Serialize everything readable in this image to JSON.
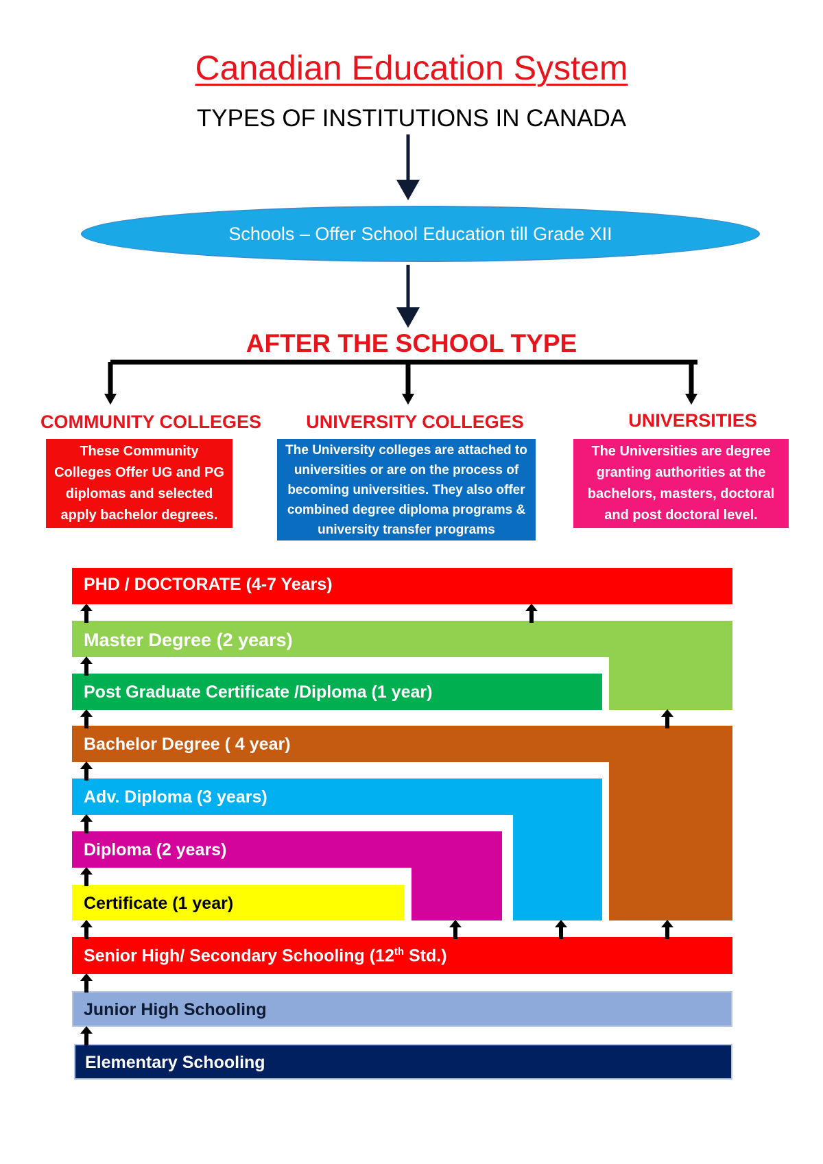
{
  "title": "Canadian Education System",
  "subtitle": "TYPES OF INSTITUTIONS IN CANADA",
  "schools": "Schools – Offer School Education till Grade XII",
  "after_school": "AFTER THE SCHOOL TYPE",
  "types": [
    {
      "label": "COMMUNITY COLLEGES",
      "description": "These Community Colleges Offer UG and PG diplomas and selected apply bachelor degrees.",
      "color": "#f20c0c"
    },
    {
      "label": "UNIVERSITY COLLEGES",
      "description": "The University colleges are attached to universities or are on the process of becoming universities. They also offer combined degree diploma programs & university transfer programs",
      "color": "#0b6dbf"
    },
    {
      "label": "UNIVERSITIES",
      "description": "The Universities are degree granting authorities at the bachelors, masters, doctoral and post doctoral level.",
      "color": "#f2197a"
    }
  ],
  "levels": {
    "phd": "PHD / DOCTORATE (4-7 Years)",
    "master": "Master Degree (2 years)",
    "pg": "Post Graduate Certificate /Diploma (1 year)",
    "bachelor": "Bachelor Degree ( 4 year)",
    "adv_diploma": "Adv. Diploma (3 years)",
    "diploma": "Diploma (2 years)",
    "certificate": "Certificate (1 year)",
    "senior_prefix": "Senior High/ Secondary Schooling (12",
    "senior_sup": "th",
    "senior_suffix": " Std.)",
    "junior": "Junior High Schooling",
    "elementary": "Elementary Schooling"
  },
  "colors": {
    "phd": "#fe0000",
    "master": "#92d050",
    "pg": "#00b050",
    "bachelor": "#c55a11",
    "adv_diploma": "#00b0f0",
    "diploma": "#d2049a",
    "certificate": "#ffff00",
    "senior": "#fe0000",
    "junior": "#8eaadb",
    "elementary": "#002060"
  }
}
